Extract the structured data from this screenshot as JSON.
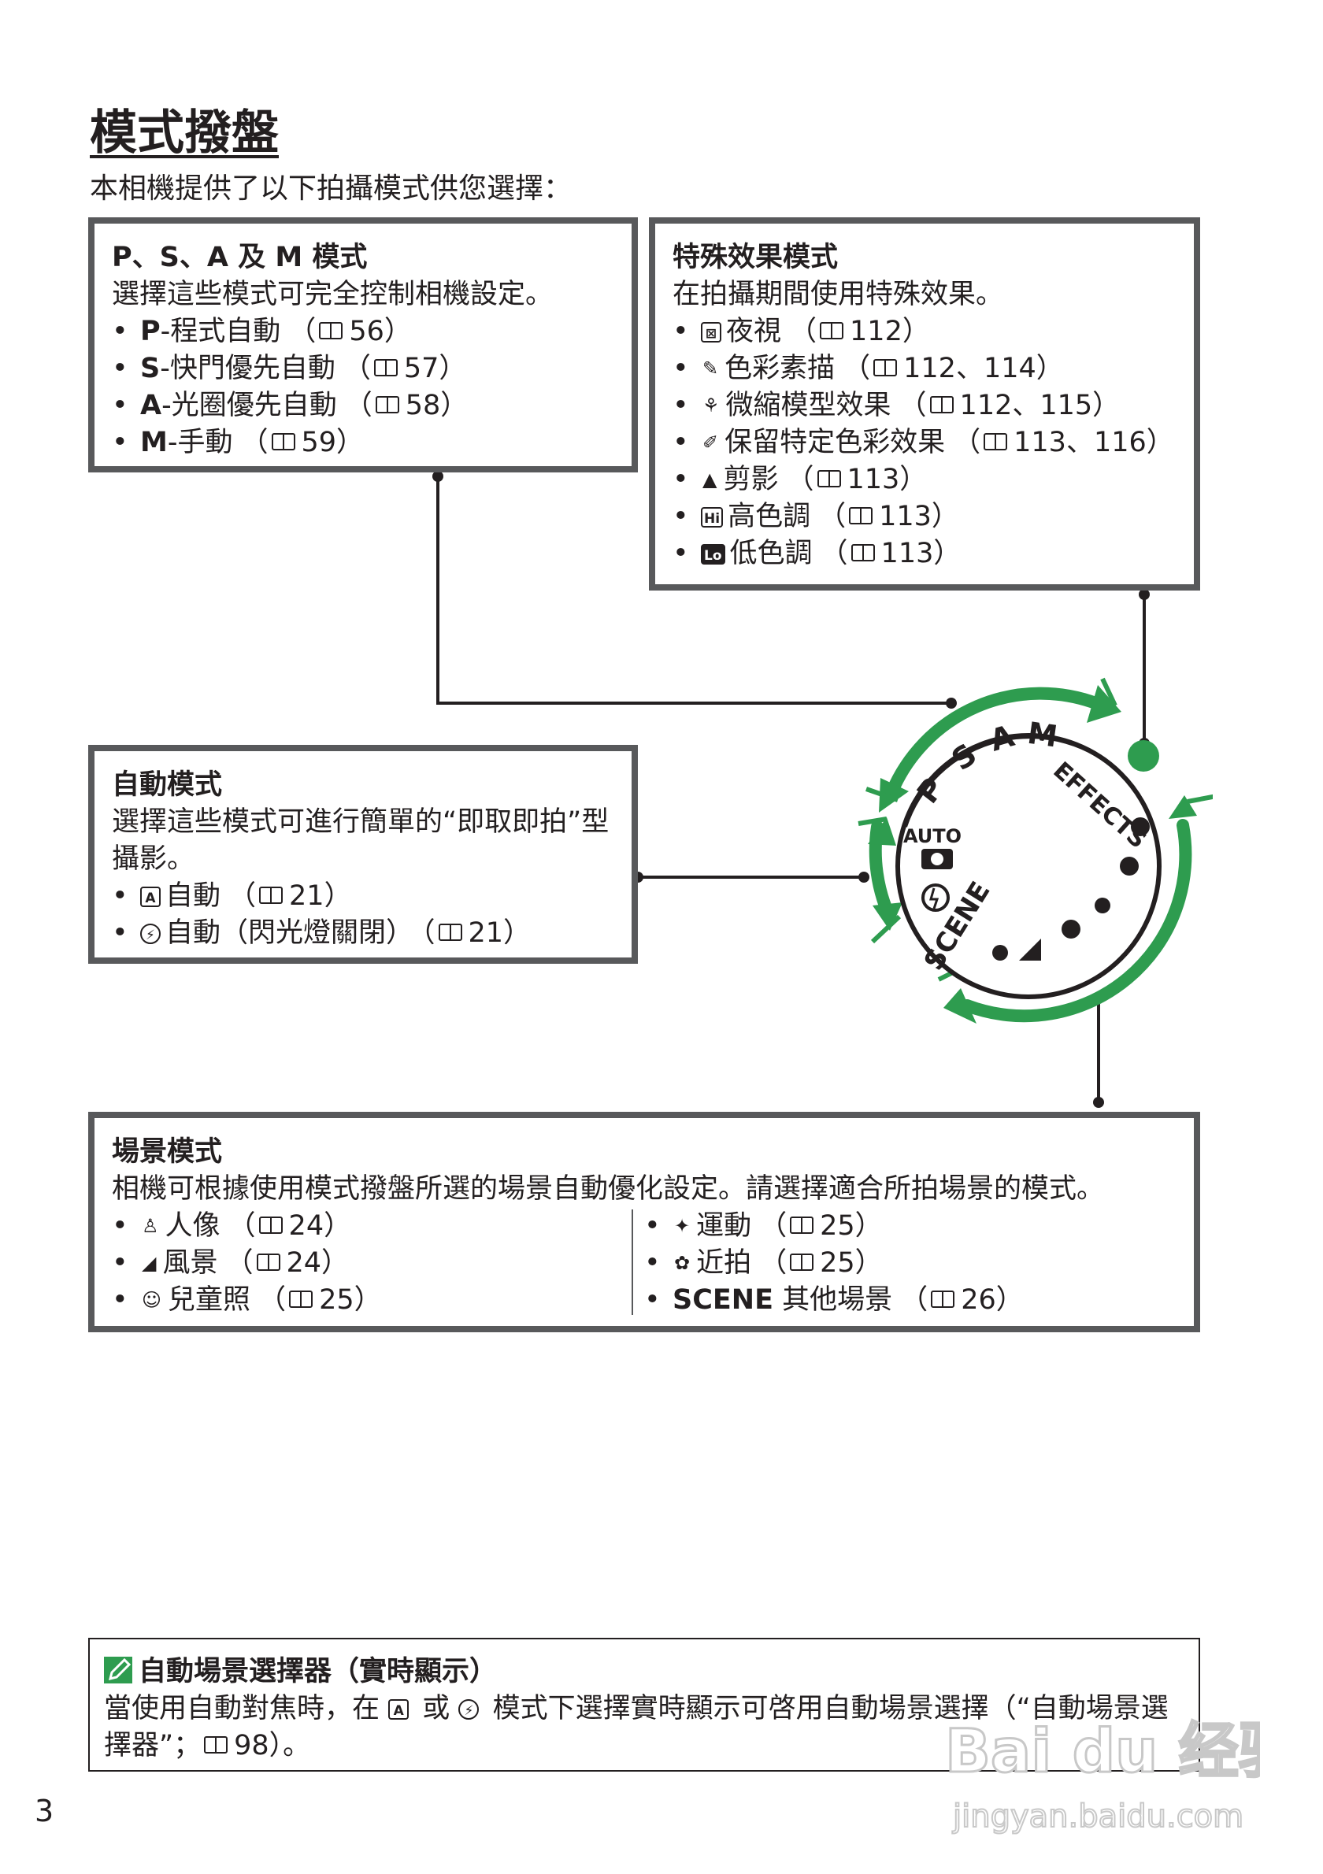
{
  "title": "模式撥盤",
  "intro": "本相機提供了以下拍攝模式供您選擇：",
  "psam": {
    "heading": "P、S、A 及 M 模式",
    "description": "選擇這些模式可完全控制相機設定。",
    "items": [
      {
        "code": "P",
        "label": "-程式自動",
        "ref": "56）",
        "open": "（"
      },
      {
        "code": "S",
        "label": "-快門優先自動",
        "ref": "57）",
        "open": "（"
      },
      {
        "code": "A",
        "label": "-光圈優先自動",
        "ref": "58）",
        "open": "（"
      },
      {
        "code": "M",
        "label": "-手動",
        "ref": "59）",
        "open": "（"
      }
    ]
  },
  "effects": {
    "heading": "特殊效果模式",
    "description": "在拍攝期間使用特殊效果。",
    "items": [
      {
        "icon": "night-vision-icon",
        "glyph": "⊠",
        "label": "夜視",
        "ref": "112）"
      },
      {
        "icon": "color-sketch-icon",
        "glyph": "✎",
        "label": "色彩素描",
        "ref": "112、114）"
      },
      {
        "icon": "miniature-effect-icon",
        "glyph": "⚘",
        "label": "微縮模型效果",
        "ref": "112、115）"
      },
      {
        "icon": "selective-color-icon",
        "glyph": "✐",
        "label": "保留特定色彩效果",
        "ref": "113、116）"
      },
      {
        "icon": "silhouette-icon",
        "glyph": "▲",
        "label": "剪影",
        "ref": "113）"
      },
      {
        "icon": "high-key-icon",
        "glyph": "Hi",
        "label": "高色調",
        "ref": "113）"
      },
      {
        "icon": "low-key-icon",
        "glyph": "Lo",
        "label": "低色調",
        "ref": "113）"
      }
    ]
  },
  "auto": {
    "heading": "自動模式",
    "description": "選擇這些模式可進行簡單的“即取即拍”型攝影。",
    "items": [
      {
        "icon": "auto-camera-icon",
        "glyph": "A",
        "label": "自動",
        "ref": "21）"
      },
      {
        "icon": "flash-off-icon",
        "glyph": "⚡",
        "label": "自動（閃光燈關閉）",
        "ref": "21）"
      }
    ]
  },
  "scene": {
    "heading": "場景模式",
    "description": "相機可根據使用模式撥盤所選的場景自動優化設定。請選擇適合所拍場景的模式。",
    "left_items": [
      {
        "icon": "portrait-icon",
        "glyph": "♙",
        "label": "人像",
        "ref": "24）"
      },
      {
        "icon": "landscape-icon",
        "glyph": "◢",
        "label": "風景",
        "ref": "24）"
      },
      {
        "icon": "child-icon",
        "glyph": "☺",
        "label": "兒童照",
        "ref": "25）"
      }
    ],
    "right_items": [
      {
        "icon": "sports-icon",
        "glyph": "✦",
        "label": "運動",
        "ref": "25）"
      },
      {
        "icon": "close-up-icon",
        "glyph": "✿",
        "label": "近拍",
        "ref": "25）"
      },
      {
        "icon": "scene-icon",
        "glyph": "SCENE",
        "label": "其他場景",
        "ref": "26）"
      }
    ]
  },
  "dial": {
    "labels": [
      "P",
      "S",
      "A",
      "M"
    ],
    "auto": "AUTO",
    "scene": "SCENE",
    "effects": "EFFECTS",
    "accent_color": "#2e9c4f"
  },
  "tip": {
    "icon": "pencil-note-icon",
    "title": "自動場景選擇器（實時顯示）",
    "text_before": "當使用自動對焦時，在",
    "text_middle": "或",
    "text_after": "模式下選擇實時顯示可啓用自動場景選擇（“自動場景選擇器”；",
    "ref": "98）。"
  },
  "page_number": "3",
  "watermark": {
    "logo": "Bai du 经验",
    "url": "jingyan.baidu.com"
  }
}
